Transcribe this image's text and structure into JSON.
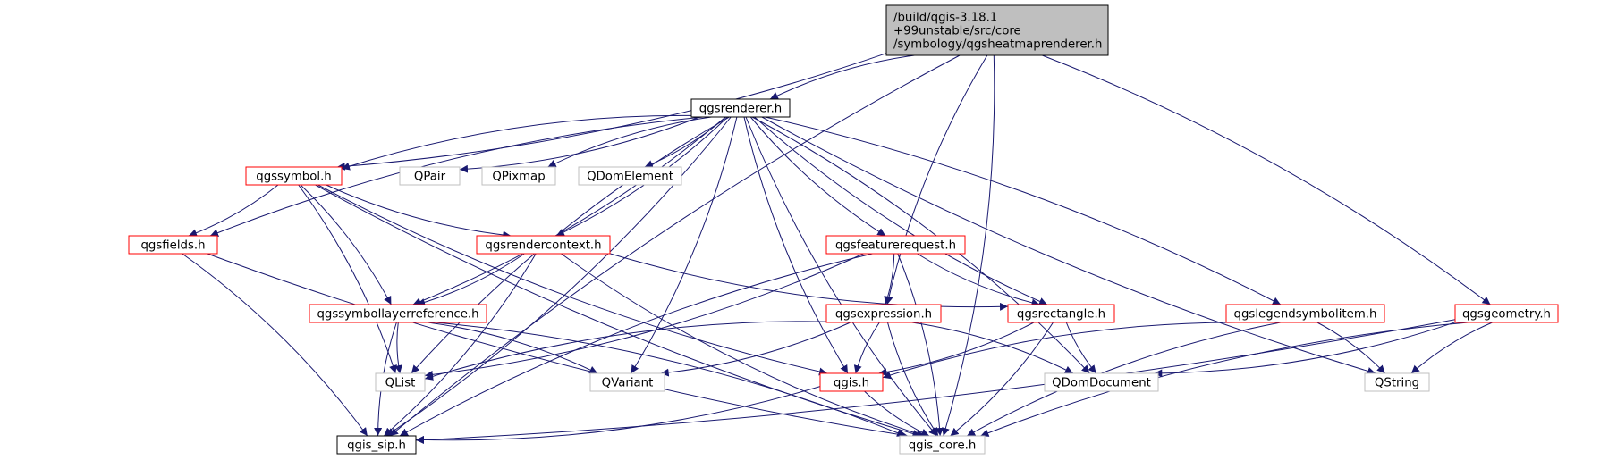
{
  "colors": {
    "edge": "#191970",
    "node_linked_border": "#ff0000",
    "node_external_border": "#bfbfbf",
    "node_root_border": "#000000",
    "node_root_fill": "#bfbfbf",
    "node_fill": "#ffffff",
    "text": "#000000"
  },
  "nodes": {
    "root": {
      "lines": [
        "/build/qgis-3.18.1",
        "+99unstable/src/core",
        "/symbology/qgsheatmaprenderer.h"
      ],
      "kind": "root"
    },
    "qgsrenderer": {
      "lines": [
        "qgsrenderer.h"
      ],
      "kind": "plain"
    },
    "qgssymbol": {
      "lines": [
        "qgssymbol.h"
      ],
      "kind": "linked"
    },
    "qpair": {
      "lines": [
        "QPair"
      ],
      "kind": "external"
    },
    "qpixmap": {
      "lines": [
        "QPixmap"
      ],
      "kind": "external"
    },
    "qdomelement": {
      "lines": [
        "QDomElement"
      ],
      "kind": "external"
    },
    "qgsfields": {
      "lines": [
        "qgsfields.h"
      ],
      "kind": "linked"
    },
    "qgsrendercontext": {
      "lines": [
        "qgsrendercontext.h"
      ],
      "kind": "linked"
    },
    "qgsfeaturerequest": {
      "lines": [
        "qgsfeaturerequest.h"
      ],
      "kind": "linked"
    },
    "qgssymbollayerreference": {
      "lines": [
        "qgssymbollayerreference.h"
      ],
      "kind": "linked"
    },
    "qgsexpression": {
      "lines": [
        "qgsexpression.h"
      ],
      "kind": "linked"
    },
    "qgsrectangle": {
      "lines": [
        "qgsrectangle.h"
      ],
      "kind": "linked"
    },
    "qgslegendsymbolitem": {
      "lines": [
        "qgslegendsymbolitem.h"
      ],
      "kind": "linked"
    },
    "qgsgeometry": {
      "lines": [
        "qgsgeometry.h"
      ],
      "kind": "linked"
    },
    "qlist": {
      "lines": [
        "QList"
      ],
      "kind": "external"
    },
    "qvariant": {
      "lines": [
        "QVariant"
      ],
      "kind": "external"
    },
    "qgis": {
      "lines": [
        "qgis.h"
      ],
      "kind": "linked"
    },
    "qdomdocument": {
      "lines": [
        "QDomDocument"
      ],
      "kind": "external"
    },
    "qstring": {
      "lines": [
        "QString"
      ],
      "kind": "external"
    },
    "qgis_sip": {
      "lines": [
        "qgis_sip.h"
      ],
      "kind": "plain"
    },
    "qgis_core": {
      "lines": [
        "qgis_core.h"
      ],
      "kind": "external"
    }
  },
  "edges": [
    [
      "root",
      "qgsrenderer"
    ],
    [
      "root",
      "qgssymbol"
    ],
    [
      "root",
      "qgsexpression"
    ],
    [
      "root",
      "qgsgeometry"
    ],
    [
      "root",
      "qgis_sip"
    ],
    [
      "root",
      "qgis_core"
    ],
    [
      "qgsrenderer",
      "qgssymbol"
    ],
    [
      "qgsrenderer",
      "qpair"
    ],
    [
      "qgsrenderer",
      "qpixmap"
    ],
    [
      "qgsrenderer",
      "qdomelement"
    ],
    [
      "qgsrenderer",
      "qgsfields"
    ],
    [
      "qgsrenderer",
      "qgsrendercontext"
    ],
    [
      "qgsrenderer",
      "qgsfeaturerequest"
    ],
    [
      "qgsrenderer",
      "qgssymbollayerreference"
    ],
    [
      "qgsrenderer",
      "qgsrectangle"
    ],
    [
      "qgsrenderer",
      "qgslegendsymbolitem"
    ],
    [
      "qgsrenderer",
      "qlist"
    ],
    [
      "qgsrenderer",
      "qvariant"
    ],
    [
      "qgsrenderer",
      "qgis"
    ],
    [
      "qgsrenderer",
      "qdomdocument"
    ],
    [
      "qgsrenderer",
      "qstring"
    ],
    [
      "qgsrenderer",
      "qgis_sip"
    ],
    [
      "qgsrenderer",
      "qgis_core"
    ],
    [
      "qgssymbol",
      "qgsfields"
    ],
    [
      "qgssymbol",
      "qgsrendercontext"
    ],
    [
      "qgssymbol",
      "qgssymbollayerreference"
    ],
    [
      "qgssymbol",
      "qgis"
    ],
    [
      "qgssymbol",
      "qlist"
    ],
    [
      "qgssymbol",
      "qgis_core"
    ],
    [
      "qgsfields",
      "qgis_sip"
    ],
    [
      "qgsfields",
      "qgis_core"
    ],
    [
      "qgsrendercontext",
      "qgssymbollayerreference"
    ],
    [
      "qgsrendercontext",
      "qgsrectangle"
    ],
    [
      "qgsrendercontext",
      "qgis_sip"
    ],
    [
      "qgsrendercontext",
      "qgis_core"
    ],
    [
      "qgsfeaturerequest",
      "qgsexpression"
    ],
    [
      "qgsfeaturerequest",
      "qgsrectangle"
    ],
    [
      "qgsfeaturerequest",
      "qlist"
    ],
    [
      "qgsfeaturerequest",
      "qgis_sip"
    ],
    [
      "qgsfeaturerequest",
      "qgis_core"
    ],
    [
      "qgssymbollayerreference",
      "qlist"
    ],
    [
      "qgssymbollayerreference",
      "qvariant"
    ],
    [
      "qgssymbollayerreference",
      "qgis_sip"
    ],
    [
      "qgssymbollayerreference",
      "qgis_core"
    ],
    [
      "qgsexpression",
      "qlist"
    ],
    [
      "qgsexpression",
      "qvariant"
    ],
    [
      "qgsexpression",
      "qgis"
    ],
    [
      "qgsexpression",
      "qdomdocument"
    ],
    [
      "qgsexpression",
      "qgis_core"
    ],
    [
      "qgsrectangle",
      "qgis"
    ],
    [
      "qgsrectangle",
      "qdomdocument"
    ],
    [
      "qgsrectangle",
      "qgis_core"
    ],
    [
      "qgslegendsymbolitem",
      "qgis"
    ],
    [
      "qgslegendsymbolitem",
      "qstring"
    ],
    [
      "qgslegendsymbolitem",
      "qgis_core"
    ],
    [
      "qgsgeometry",
      "qdomdocument"
    ],
    [
      "qgsgeometry",
      "qstring"
    ],
    [
      "qgsgeometry",
      "qgis_sip"
    ],
    [
      "qgsgeometry",
      "qgis_core"
    ],
    [
      "qgis",
      "qgis_sip"
    ],
    [
      "qgis",
      "qgis_core"
    ]
  ]
}
